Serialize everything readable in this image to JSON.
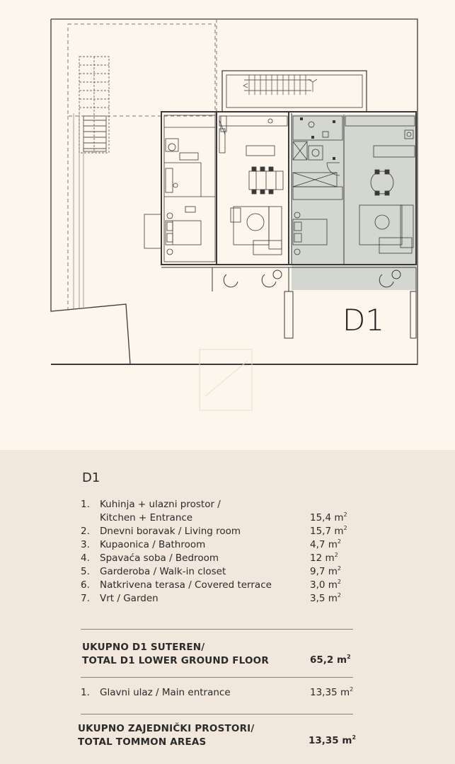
{
  "plan": {
    "label": "D1"
  },
  "unit_title": "D1",
  "rooms": [
    {
      "num": "1.",
      "name_line1": "Kuhinja + ulazni prostor /",
      "name_line2": "Kitchen + Entrance",
      "area": "15,4 m",
      "unit_exp": "2"
    },
    {
      "num": "2.",
      "name_line1": "Dnevni boravak / Living room",
      "area": "15,7 m",
      "unit_exp": "2"
    },
    {
      "num": "3.",
      "name_line1": "Kupaonica / Bathroom",
      "area": "4,7 m",
      "unit_exp": "2"
    },
    {
      "num": "4.",
      "name_line1": "Spavaća soba / Bedroom",
      "area": "12 m",
      "unit_exp": "2"
    },
    {
      "num": "5.",
      "name_line1": "Garderoba / Walk-in closet",
      "area": "9,7 m",
      "unit_exp": "2"
    },
    {
      "num": "6.",
      "name_line1": "Natkrivena terasa / Covered terrace",
      "area": "3,0 m",
      "unit_exp": "2"
    },
    {
      "num": "7.",
      "name_line1": "Vrt / Garden",
      "area": "3,5 m",
      "unit_exp": "2"
    }
  ],
  "total_floor": {
    "line1": "UKUPNO D1 SUTEREN/",
    "line2": "TOTAL D1 LOWER GROUND FLOOR",
    "area": "65,2 m",
    "unit_exp": "2"
  },
  "common": {
    "num": "1.",
    "name": "Glavni ulaz / Main entrance",
    "area": "13,35 m",
    "unit_exp": "2"
  },
  "total_common": {
    "line1": "UKUPNO ZAJEDNIČKI PROSTORI/",
    "line2": "TOTAL TOMMON AREAS",
    "area": "13,35 m",
    "unit_exp": "2"
  },
  "colors": {
    "plan_bg": "#fcf6ec",
    "panel_bg": "#f2e7dc",
    "highlight": "#d4d7cf",
    "line": "#3a3a3a"
  }
}
